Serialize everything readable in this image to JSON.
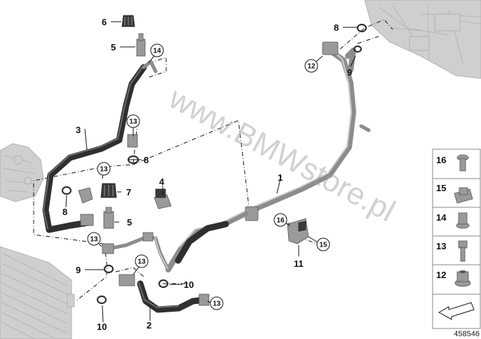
{
  "callouts": {
    "n1": "1",
    "n2": "2",
    "n3": "3",
    "n4": "4",
    "n5a": "5",
    "n5b": "5",
    "n6": "6",
    "n7": "7",
    "n8a": "8",
    "n8b": "8",
    "n8c": "8",
    "n9a": "9",
    "n9b": "9",
    "n10a": "10",
    "n10b": "10",
    "n11": "11"
  },
  "circled": {
    "c12": "12",
    "c13a": "13",
    "c13b": "13",
    "c13c": "13",
    "c13d": "13",
    "c13e": "13",
    "c14": "14",
    "c15": "15",
    "c16": "16"
  },
  "legend": {
    "items": [
      {
        "label": "16",
        "icon": "torx-bolt-icon"
      },
      {
        "label": "15",
        "icon": "spring-nut-icon"
      },
      {
        "label": "14",
        "icon": "flange-bolt-icon"
      },
      {
        "label": "13",
        "icon": "hex-bolt-icon"
      },
      {
        "label": "12",
        "icon": "collar-nut-icon"
      }
    ]
  },
  "watermark": "www.BMWstore.pl",
  "reference_number": "458546",
  "colors": {
    "hose": "#2f2f2f",
    "pipe": "#8c8c8c",
    "ghost": "#cfcfcf"
  }
}
